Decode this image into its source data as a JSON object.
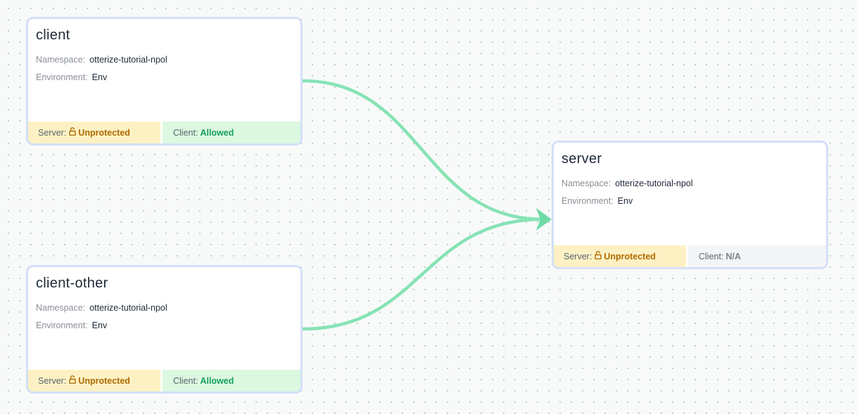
{
  "nodes": {
    "client": {
      "title": "client",
      "namespace_label": "Namespace:",
      "namespace": "otterize-tutorial-npol",
      "environment_label": "Environment:",
      "environment": "Env",
      "server_label": "Server:",
      "server_status": "Unprotected",
      "client_label": "Client:",
      "client_status": "Allowed"
    },
    "client_other": {
      "title": "client-other",
      "namespace_label": "Namespace:",
      "namespace": "otterize-tutorial-npol",
      "environment_label": "Environment:",
      "environment": "Env",
      "server_label": "Server:",
      "server_status": "Unprotected",
      "client_label": "Client:",
      "client_status": "Allowed"
    },
    "server": {
      "title": "server",
      "namespace_label": "Namespace:",
      "namespace": "otterize-tutorial-npol",
      "environment_label": "Environment:",
      "environment": "Env",
      "server_label": "Server:",
      "server_status": "Unprotected",
      "client_label": "Client:",
      "client_status": "N/A"
    }
  },
  "edges": [
    {
      "from": "client",
      "to": "server"
    },
    {
      "from": "client-other",
      "to": "server"
    }
  ],
  "colors": {
    "edge": "#86e3b5",
    "node_border": "#d3e0f7",
    "unprotected_bg": "#fdf1c4",
    "unprotected_text": "#b06a00",
    "allowed_bg": "#dcf8e0",
    "allowed_text": "#15a05a"
  },
  "icons": {
    "server_status": "lock-open-icon",
    "edge_head": "arrow-head-icon"
  }
}
